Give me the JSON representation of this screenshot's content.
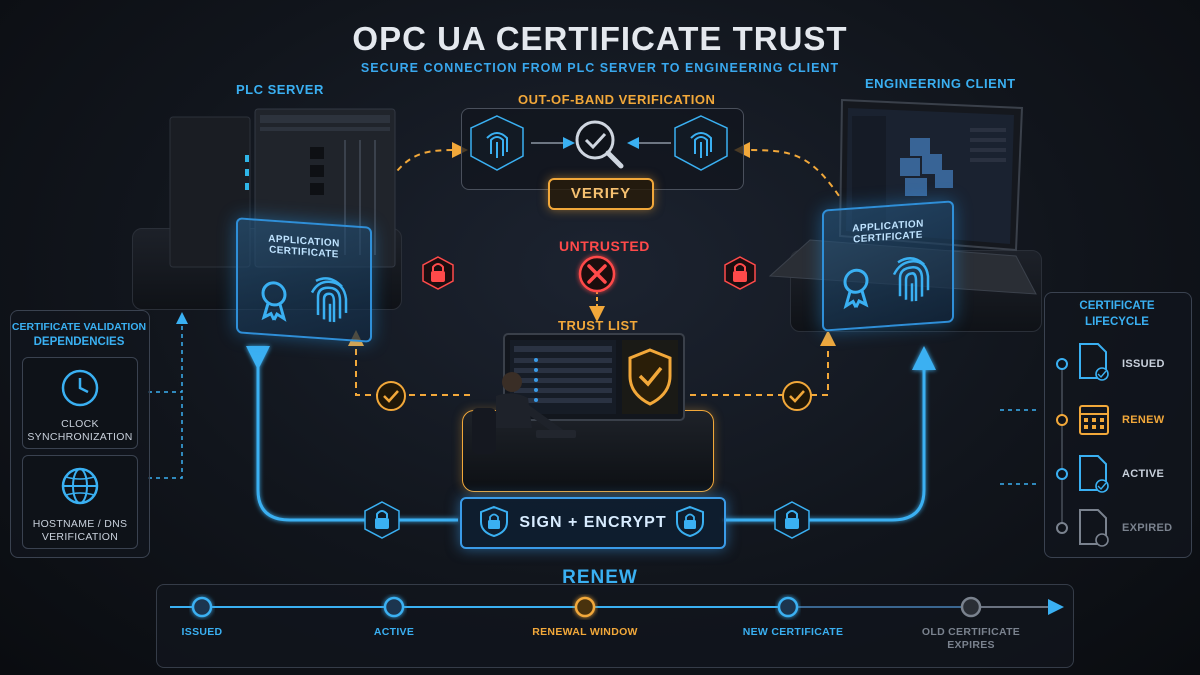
{
  "header": {
    "title": "OPC UA CERTIFICATE TRUST",
    "subtitle": "SECURE CONNECTION FROM PLC SERVER TO ENGINEERING CLIENT"
  },
  "nodes": {
    "plc_server": "PLC SERVER",
    "engineering_client": "ENGINEERING CLIENT",
    "app_cert_left": "APPLICATION CERTIFICATE",
    "app_cert_right": "APPLICATION CERTIFICATE"
  },
  "oob": {
    "title": "OUT-OF-BAND VERIFICATION",
    "verify_label": "VERIFY"
  },
  "trust": {
    "untrusted_label": "UNTRUSTED",
    "trust_list_label": "TRUST LIST",
    "sign_encrypt_label": "SIGN + ENCRYPT"
  },
  "dependencies": {
    "title_line1": "CERTIFICATE VALIDATION",
    "title_line2": "DEPENDENCIES",
    "items": [
      {
        "line1": "CLOCK",
        "line2": "SYNCHRONIZATION",
        "icon": "clock-icon"
      },
      {
        "line1": "HOSTNAME / DNS",
        "line2": "VERIFICATION",
        "icon": "globe-icon"
      }
    ]
  },
  "lifecycle": {
    "title_line1": "CERTIFICATE",
    "title_line2": "LIFECYCLE",
    "items": [
      {
        "label": "ISSUED",
        "state": "blue"
      },
      {
        "label": "RENEW",
        "state": "amber"
      },
      {
        "label": "ACTIVE",
        "state": "blue"
      },
      {
        "label": "EXPIRED",
        "state": "gray"
      }
    ]
  },
  "timeline": {
    "title": "RENEW",
    "steps": [
      {
        "line1": "ISSUED",
        "line2": "",
        "state": "blue"
      },
      {
        "line1": "ACTIVE",
        "line2": "",
        "state": "blue"
      },
      {
        "line1": "RENEWAL WINDOW",
        "line2": "",
        "state": "amber"
      },
      {
        "line1": "NEW CERTIFICATE",
        "line2": "",
        "state": "blue"
      },
      {
        "line1": "OLD CERTIFICATE",
        "line2": "EXPIRES",
        "state": "gray"
      }
    ]
  },
  "colors": {
    "blue": "#3ab0f2",
    "amber": "#f2a83a",
    "red": "#ff4a4a",
    "gray": "#7a828e"
  }
}
